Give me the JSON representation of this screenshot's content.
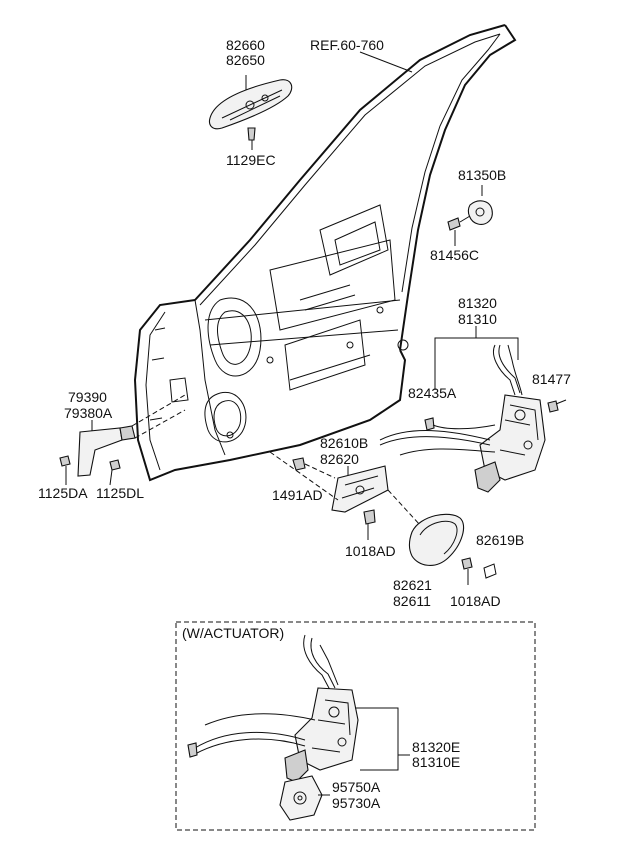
{
  "ref_label": "REF.60-760",
  "labels": {
    "p82660": "82660",
    "p82650": "82650",
    "p1129ec": "1129EC",
    "p81350b": "81350B",
    "p81456c": "81456C",
    "p81320": "81320",
    "p81310": "81310",
    "p82435a": "82435A",
    "p81477": "81477",
    "p79390": "79390",
    "p79380a": "79380A",
    "p1125da": "1125DA",
    "p1125dl": "1125DL",
    "p82610b": "82610B",
    "p82620": "82620",
    "p1491ad": "1491AD",
    "p1018ad_a": "1018AD",
    "p82619b": "82619B",
    "p82621": "82621",
    "p82611": "82611",
    "p1018ad_b": "1018AD"
  },
  "actuator_box": {
    "title": "(W/ACTUATOR)",
    "p81320e": "81320E",
    "p81310e": "81310E",
    "p95750a": "95750A",
    "p95730a": "95730A"
  }
}
